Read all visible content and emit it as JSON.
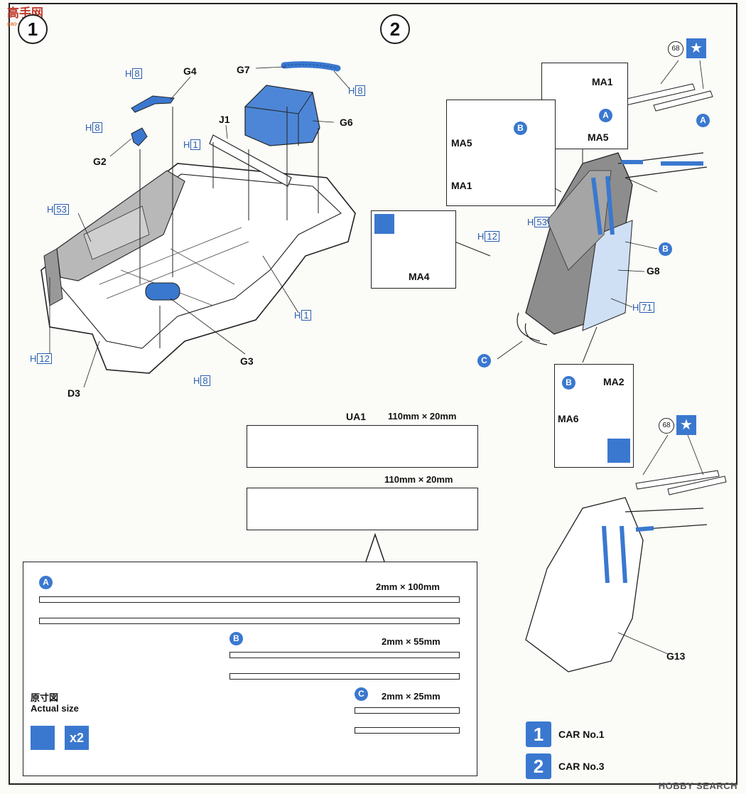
{
  "watermark_logo": {
    "text": "高手网",
    "sub": "gao-shou.com"
  },
  "steps": {
    "step1": "1",
    "step2": "2"
  },
  "parts_left": {
    "G7": "G7",
    "G4": "G4",
    "G6": "G6",
    "J1": "J1",
    "G2": "G2",
    "D3": "D3",
    "G3": "G3",
    "h8_a": "H",
    "h8_a_n": "8",
    "h8_b": "H",
    "h8_b_n": "8",
    "h8_c": "H",
    "h8_c_n": "8",
    "h8_d": "H",
    "h8_d_n": "8",
    "h1_a": "H",
    "h1_a_n": "1",
    "h1_b": "H",
    "h1_b_n": "1",
    "h53": "H",
    "h53_n": "53",
    "h12": "H",
    "h12_n": "12"
  },
  "parts_right": {
    "MA1": "MA1",
    "MA5": "MA5",
    "MA1b": "MA1",
    "MA5b": "MA5",
    "MA4": "MA4",
    "G8": "G8",
    "MA2": "MA2",
    "MA6": "MA6",
    "G13": "G13",
    "h53": "H",
    "h53_n": "53",
    "h12": "H",
    "h12_n": "12",
    "h71": "H",
    "h71_n": "71",
    "ref68a": "68",
    "ref68b": "68",
    "bubble_A1": "A",
    "bubble_A2": "A",
    "bubble_B1": "B",
    "bubble_B2": "B",
    "bubble_B3": "B",
    "bubble_C": "C"
  },
  "sizes": {
    "ua1_label": "UA1",
    "ua1_dim": "110mm × 20mm",
    "ua2_dim": "110mm × 20mm",
    "a_label": "A",
    "a_dim": "2mm × 100mm",
    "b_label": "B",
    "b_dim": "2mm × 55mm",
    "c_label": "C",
    "c_dim": "2mm × 25mm",
    "actual_jp": "原寸図",
    "actual_en": "Actual size",
    "x2": "x2"
  },
  "legend": {
    "icon1": "1",
    "car1": "CAR No.1",
    "icon2": "2",
    "car2": "CAR No.3"
  },
  "credit": "HOBBY SEARCH",
  "colors": {
    "accent": "#3a78cf",
    "line": "#222222",
    "paper": "#fbfbf8"
  }
}
